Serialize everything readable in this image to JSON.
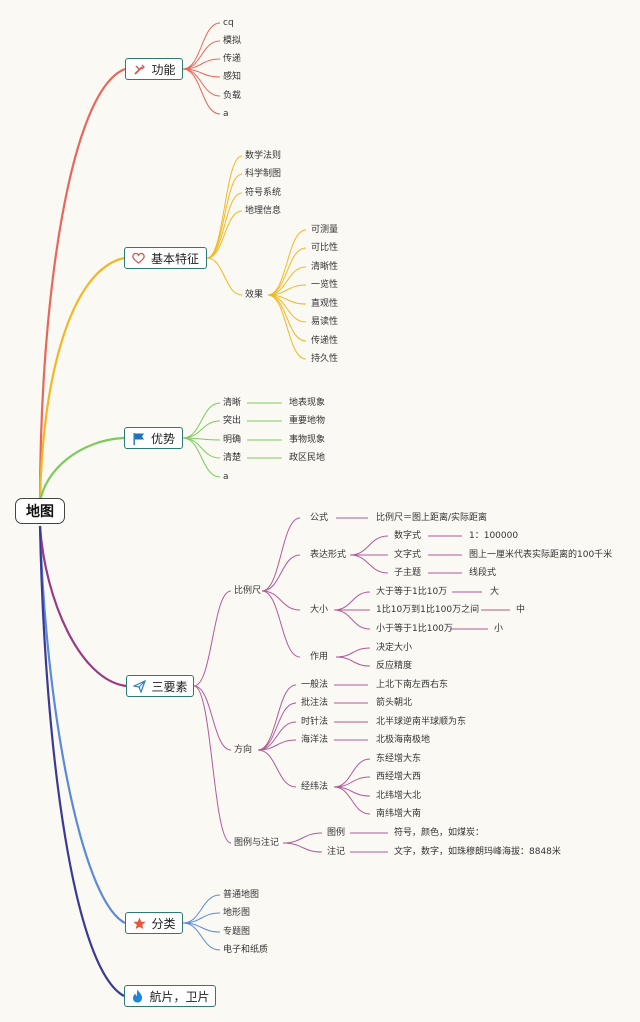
{
  "root": "地图",
  "gongneng": {
    "label": "功能",
    "icon": "tools-icon",
    "color": "#e8675c",
    "items": [
      "cq",
      "模拟",
      "传递",
      "感知",
      "负载",
      "a"
    ]
  },
  "jiben": {
    "label": "基本特征",
    "icon": "heart-icon",
    "color": "#f2b824",
    "items": [
      "数学法则",
      "科学制图",
      "符号系统",
      "地理信息"
    ],
    "xiaoguo": {
      "label": "效果",
      "items": [
        "可测量",
        "可比性",
        "清晰性",
        "一览性",
        "直观性",
        "易读性",
        "传递性",
        "持久性"
      ]
    }
  },
  "youshi": {
    "label": "优势",
    "icon": "flag-icon",
    "color": "#7ccb5c",
    "items": [
      {
        "a": "清晰",
        "b": "地表现象"
      },
      {
        "a": "突出",
        "b": "重要地物"
      },
      {
        "a": "明确",
        "b": "事物现象"
      },
      {
        "a": "清楚",
        "b": "政区民地"
      },
      {
        "a": "a",
        "b": ""
      }
    ]
  },
  "sanyaosu": {
    "label": "三要素",
    "icon": "send-icon",
    "color": "#9a3a82",
    "bili": {
      "label": "比例尺",
      "gongshi": {
        "label": "公式",
        "value": "比例尺＝图上距离/实际距离"
      },
      "biaoda": {
        "label": "表达形式",
        "items": [
          {
            "a": "数字式",
            "b": "1：100000"
          },
          {
            "a": "文字式",
            "b": "图上一厘米代表实际距离的100千米"
          },
          {
            "a": "子主题",
            "b": "线段式"
          }
        ]
      },
      "daxiao": {
        "label": "大小",
        "items": [
          {
            "a": "大于等于1比10万",
            "b": "大"
          },
          {
            "a": "1比10万到1比100万之间",
            "b": "中"
          },
          {
            "a": "小于等于1比100万",
            "b": "小"
          }
        ]
      },
      "zuoyong": {
        "label": "作用",
        "items": [
          "决定大小",
          "反应精度"
        ]
      }
    },
    "fangxiang": {
      "label": "方向",
      "items": [
        {
          "a": "一般法",
          "b": "上北下南左西右东"
        },
        {
          "a": "批注法",
          "b": "箭头朝北"
        },
        {
          "a": "时针法",
          "b": "北半球逆南半球顺为东"
        },
        {
          "a": "海洋法",
          "b": "北极海南极地"
        }
      ],
      "jingwei": {
        "label": "经纬法",
        "items": [
          "东经增大东",
          "西经增大西",
          "北纬增大北",
          "南纬增大南"
        ]
      }
    },
    "tuli": {
      "label": "图例与注记",
      "items": [
        {
          "a": "图例",
          "b": "符号，颜色，如煤炭："
        },
        {
          "a": "注记",
          "b": "文字，数字，如珠穆朗玛峰海拔：8848米"
        }
      ]
    }
  },
  "fenlei": {
    "label": "分类",
    "icon": "star-icon",
    "color": "#5b8bd8",
    "items": [
      "普通地图",
      "地形图",
      "专题图",
      "电子和纸质"
    ]
  },
  "hangpian": {
    "label": "航片，卫片",
    "icon": "flame-icon",
    "color": "#3a3a96"
  }
}
